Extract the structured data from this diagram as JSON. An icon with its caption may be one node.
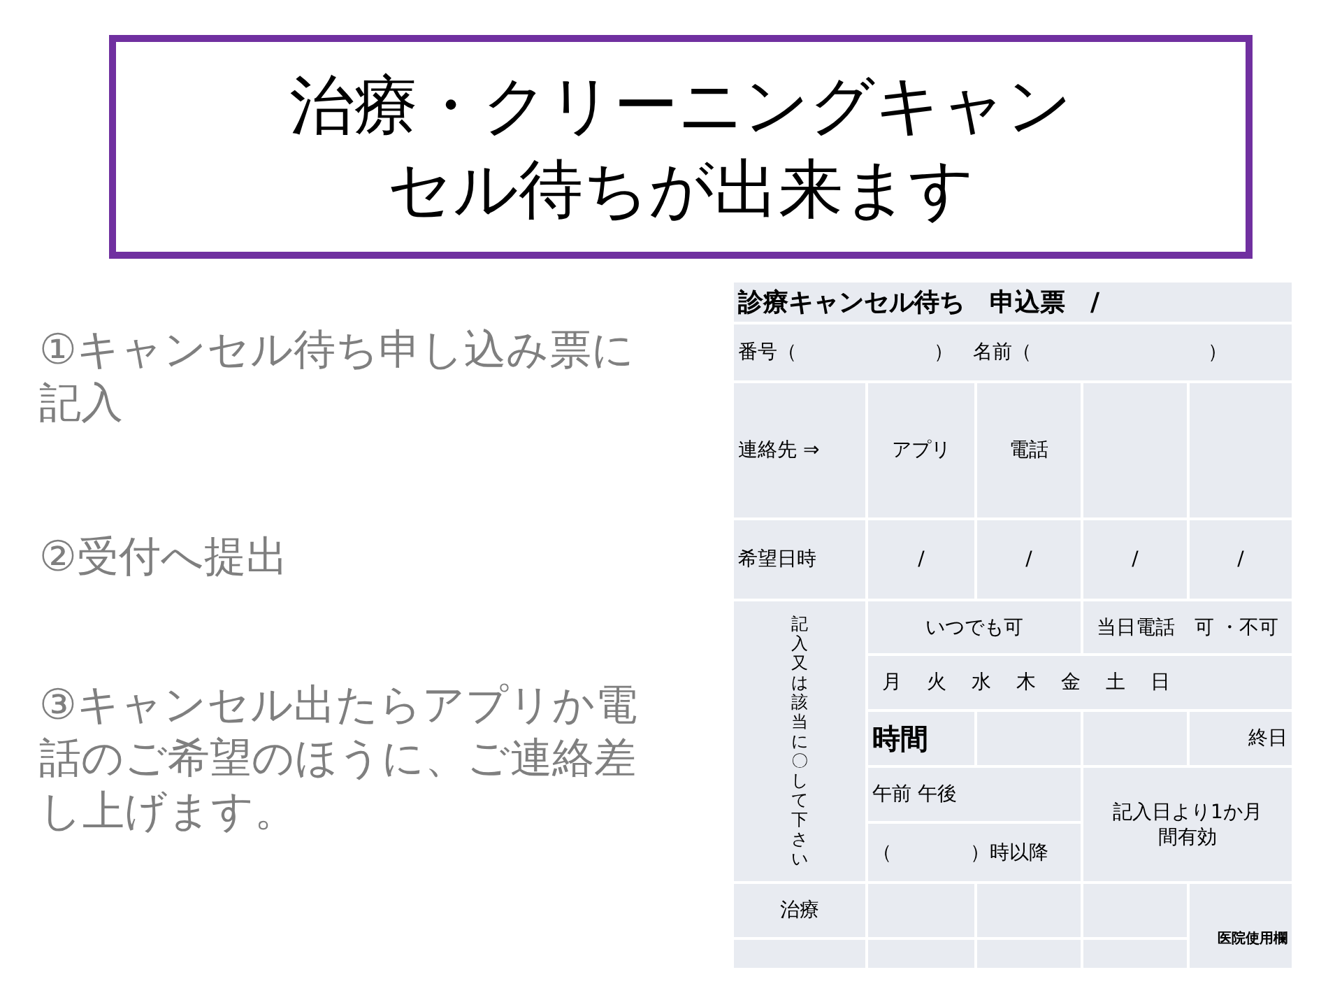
{
  "diagram": {
    "title": "治療・クリーニングキャンセル待ちが出来ます",
    "labels": [
      "①キャンセル待ち申し込み票に記入",
      "②受付へ提出",
      "③キャンセル出たらアプリか電話のご希望のほうに、ご連絡差し上げます。",
      "診療キャンセル待ち　申込票　/",
      "番号（　　　　　　　）　名前（　　　　　　　　　）",
      "連絡先 ⇒",
      "アプリ",
      "電話",
      "希望日時",
      "/",
      "/",
      "/",
      "/",
      "記入又は該当に〇して下さい",
      "いつでも可",
      "当日電話　可 ・不可",
      "月　火　水　木　金　土　日",
      "時間",
      "終日",
      "午前 午後",
      "記入日より1か月間有効",
      "（　　　　）時以降",
      "治療",
      "医院使用欄"
    ]
  }
}
